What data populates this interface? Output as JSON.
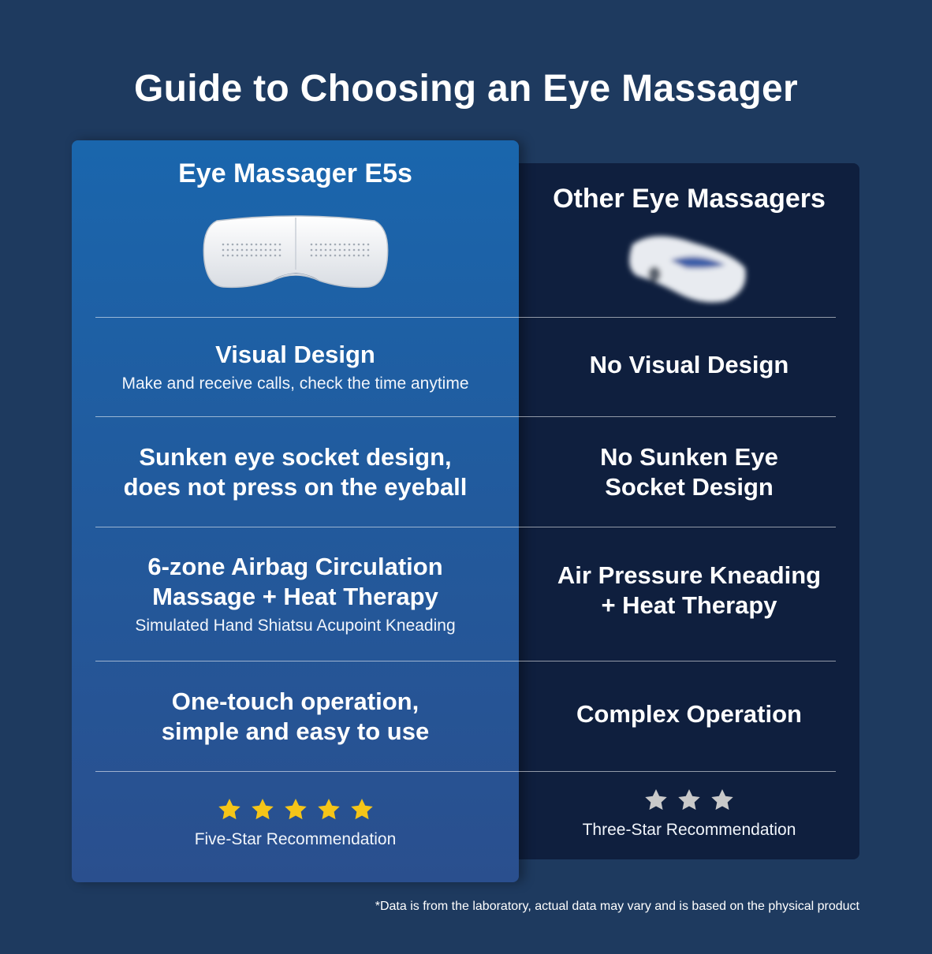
{
  "title": "Guide to Choosing an Eye Massager",
  "columns": {
    "ours": "Eye Massager E5s",
    "other": "Other Eye Massagers"
  },
  "rows": [
    {
      "ours_head": "Visual Design",
      "ours_sub": "Make and receive calls, check the time anytime",
      "other": "No Visual Design"
    },
    {
      "ours_head_line1": "Sunken eye socket design,",
      "ours_head_line2": "does not press on the eyeball",
      "other_line1": "No Sunken Eye",
      "other_line2": "Socket Design"
    },
    {
      "ours_head_line1": "6-zone Airbag Circulation",
      "ours_head_line2": "Massage + Heat Therapy",
      "ours_sub": "Simulated Hand Shiatsu Acupoint Kneading",
      "other_line1": "Air Pressure Kneading",
      "other_line2": "+ Heat Therapy"
    },
    {
      "ours_head_line1": "One-touch operation,",
      "ours_head_line2": "simple and easy to use",
      "other": "Complex Operation"
    }
  ],
  "rating": {
    "ours_stars": 5,
    "ours_label": "Five-Star Recommendation",
    "other_stars": 3,
    "other_label": "Three-Star Recommendation",
    "ours_star_color": "#f5c518",
    "other_star_color": "#c9c9c9"
  },
  "footnote": "*Data is from the laboratory, actual data may vary and is based on the physical product",
  "icons": {
    "ours_product": "eye-massager-white-icon",
    "other_product": "eye-massager-blurred-icon"
  }
}
